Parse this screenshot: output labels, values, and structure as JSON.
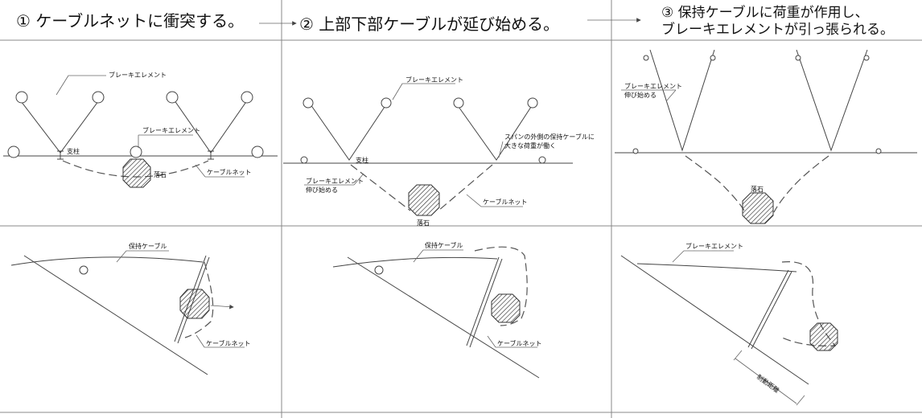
{
  "steps": [
    {
      "title": "① ケーブルネットに衝突する。"
    },
    {
      "title": "② 上部下部ケーブルが延び始める。"
    },
    {
      "title_line1": "③ 保持ケーブルに荷重が作用し、",
      "title_line2": "ブレーキエレメントが引っ張られる。"
    }
  ],
  "labels": {
    "brake_element": "ブレーキエレメント",
    "post": "支柱",
    "rockfall": "落石",
    "cable_net": "ケーブルネット",
    "brake_stretch_1": "ブレーキエレメント",
    "brake_stretch_2": "伸び始める",
    "span_note_1": "スパンの外側の保持ケーブルに",
    "span_note_2": "大きな荷重が働く",
    "holding_cable": "保持ケーブル",
    "deform_dist": "制動距離"
  }
}
